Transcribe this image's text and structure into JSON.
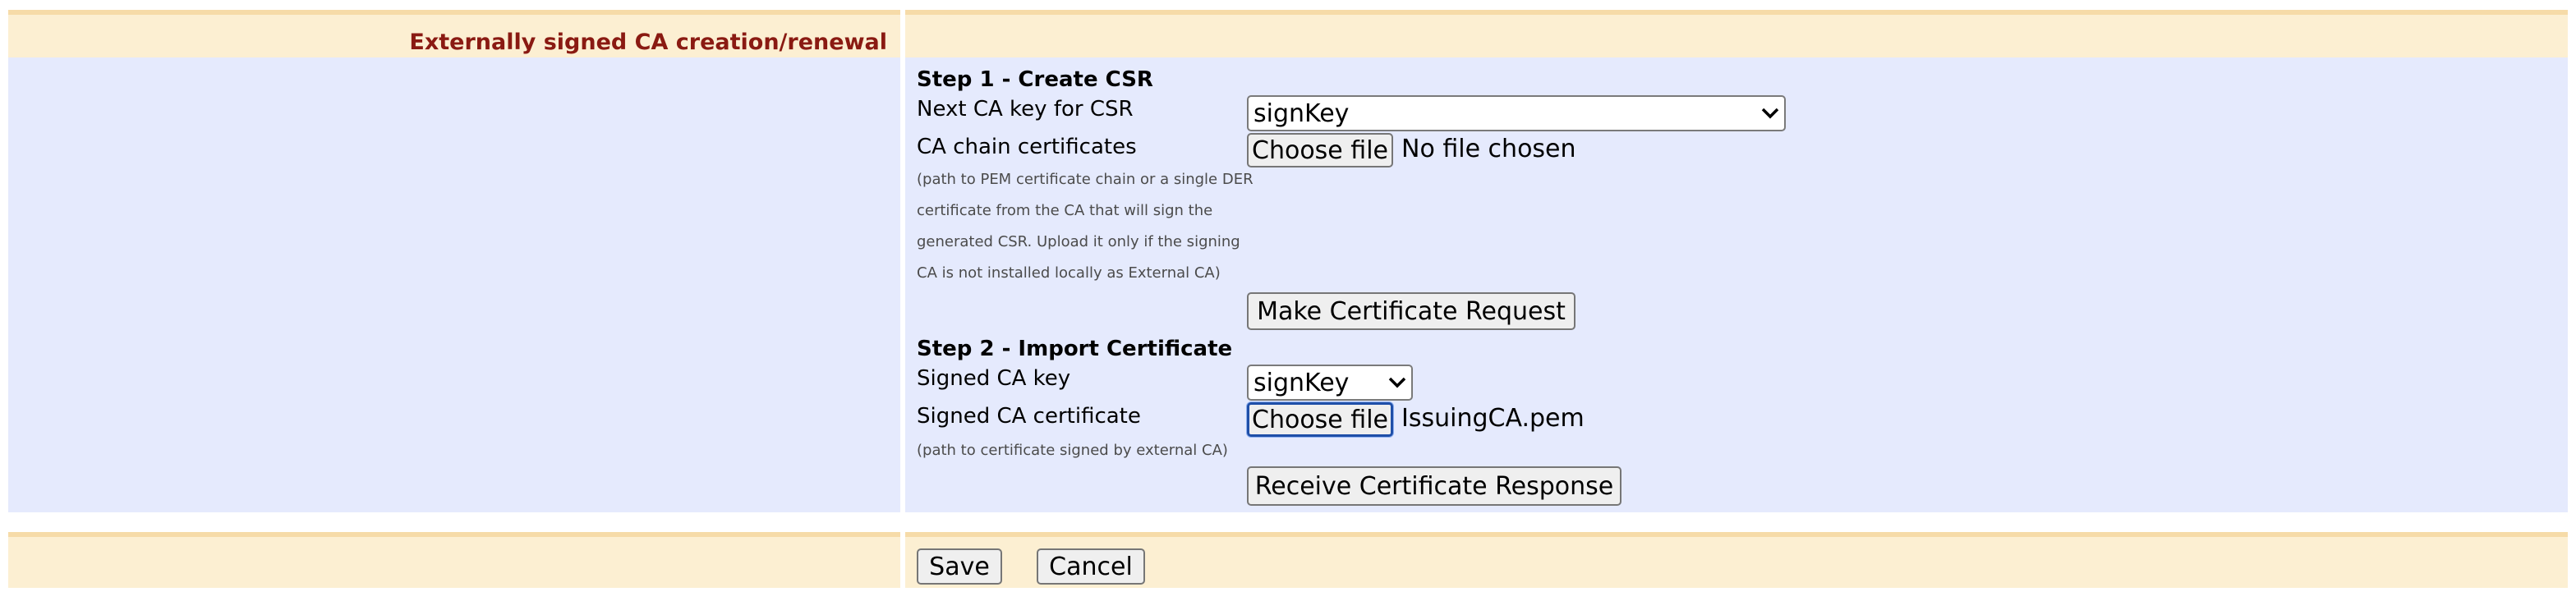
{
  "section_header": {
    "title": "Externally signed CA creation/renewal"
  },
  "step1": {
    "title": "Step 1 - Create CSR",
    "next_key_label": "Next CA key for CSR",
    "next_key_value": "signKey",
    "chain_label": "CA chain certificates",
    "chain_help": "(path to PEM certificate chain or a single DER certificate from the CA that will sign the generated CSR. Upload it only if the signing CA is not installed locally as External CA)",
    "choose_file_label": "Choose file",
    "file_status": "No file chosen",
    "make_request_label": "Make Certificate Request"
  },
  "step2": {
    "title": "Step 2 - Import Certificate",
    "signed_key_label": "Signed CA key",
    "signed_key_value": "signKey",
    "signed_cert_label": "Signed CA certificate",
    "signed_cert_help": "(path to certificate signed by external CA)",
    "choose_file_label": "Choose file",
    "file_status": "IssuingCA.pem",
    "receive_response_label": "Receive Certificate Response"
  },
  "footer": {
    "save_label": "Save",
    "cancel_label": "Cancel"
  },
  "colors": {
    "header_text": "#8a1a12",
    "beige_bg": "#fcefd2",
    "beige_border": "#f6dba8",
    "blue_bg": "#e5eafd",
    "focus_border": "#1f4fa8"
  },
  "icons": {
    "select_arrow": "chevron-down-icon"
  }
}
